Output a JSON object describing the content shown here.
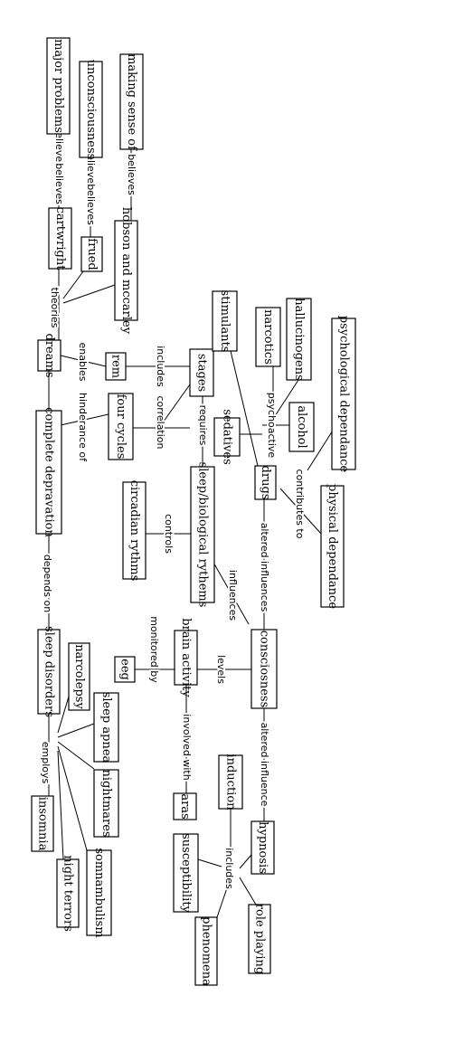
{
  "diagram": {
    "type": "concept-map",
    "orientation": "text rotated 90 degrees clockwise",
    "nodes": {
      "major_problems": "major problems",
      "unconsciousness": "unconsciousness",
      "making_sense_of": "making sense of",
      "cartwright": "cartwright",
      "frued": "frued",
      "hobson_mccarley": "hobson and mccarley",
      "dreams": "dreams",
      "rem": "rem",
      "stages": "stages",
      "four_cycles": "four cycles",
      "complete_depravation": "complete depravation",
      "stimulants": "stimulants",
      "narcotics": "narcotics",
      "hallucinogens": "hallucinogens",
      "psychological_dependance": "psychological dependance",
      "sedatives": "sedatives",
      "alcohol": "alcohol",
      "drugs": "drugs",
      "physical_dependance": "physical dependance",
      "circadian_rythms": "circadian rythms",
      "sleep_biological_rythems": "sleep/biological rythems",
      "sleep_disorders": "sleep disorders",
      "eeg": "eeg",
      "brain_activity": "brain activity",
      "consciousness": "consciosness",
      "narcolepsy": "narcolepsy",
      "sleep_apnea": "sleep apnea",
      "nightmares": "nightmares",
      "insomnia": "insomnia",
      "somnambulism": "somnambulism",
      "night_terrors": "night terrors",
      "aras": "aras",
      "induction": "induction",
      "hypnosis": "hypnosis",
      "susceptibility": "susceptibility",
      "phenomena": "phenomena",
      "role_playing": "role playing"
    },
    "links": {
      "believes_1": "believes",
      "believes_2": "believes",
      "believes_3": "believes",
      "believes_4": "believes",
      "believes_5": "believes",
      "theories": "theories",
      "enables": "enables",
      "hinderance_of": "hinderance of",
      "includes_1": "includes",
      "correlation": "correlation",
      "requires": "requires",
      "psychoactive": "psychoactive",
      "contributes_to": "contributes to",
      "altered_influences": "altered influences",
      "controls": "controls",
      "influences": "influences",
      "depends_on": "depends on",
      "monitored_by": "monitored by",
      "levels": "levels",
      "altered_influence": "altered influence",
      "involved_with": "involved with",
      "employs": "employs",
      "includes_2": "includes"
    }
  }
}
